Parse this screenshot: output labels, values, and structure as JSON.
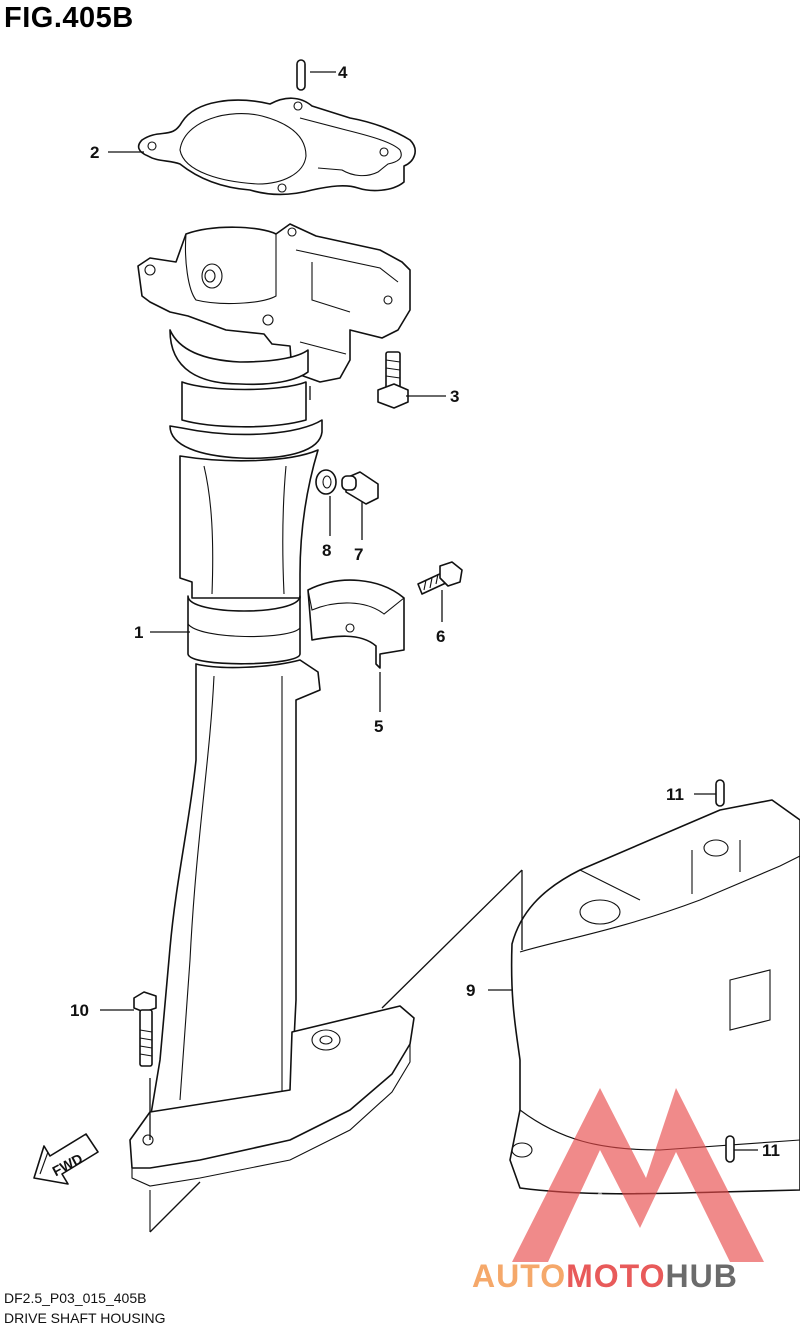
{
  "figure": {
    "title": "FIG.405B"
  },
  "callouts": [
    {
      "id": "c1",
      "number": "1",
      "part": "drive-shaft-housing"
    },
    {
      "id": "c2",
      "number": "2",
      "part": "gasket"
    },
    {
      "id": "c3",
      "number": "3",
      "part": "bolt"
    },
    {
      "id": "c4",
      "number": "4",
      "part": "pin"
    },
    {
      "id": "c5",
      "number": "5",
      "part": "collar"
    },
    {
      "id": "c6",
      "number": "6",
      "part": "bolt"
    },
    {
      "id": "c7",
      "number": "7",
      "part": "plug"
    },
    {
      "id": "c8",
      "number": "8",
      "part": "washer"
    },
    {
      "id": "c9",
      "number": "9",
      "part": "cover"
    },
    {
      "id": "c10",
      "number": "10",
      "part": "bolt"
    },
    {
      "id": "c11a",
      "number": "11",
      "part": "pin"
    },
    {
      "id": "c11b",
      "number": "11",
      "part": "pin"
    }
  ],
  "direction_marker": {
    "label": "FWD",
    "icon": "fwd-arrow-icon"
  },
  "footer": {
    "code": "DF2.5_P03_015_405B",
    "caption": "DRIVE SHAFT HOUSING"
  },
  "watermark": {
    "part1": "AUTO",
    "part2": "MOTO",
    "part3": "HUB",
    "colors": {
      "auto": "#f5a86a",
      "moto": "#e85a5a",
      "hub": "#6b6b6b",
      "logo": "#e84848"
    }
  }
}
